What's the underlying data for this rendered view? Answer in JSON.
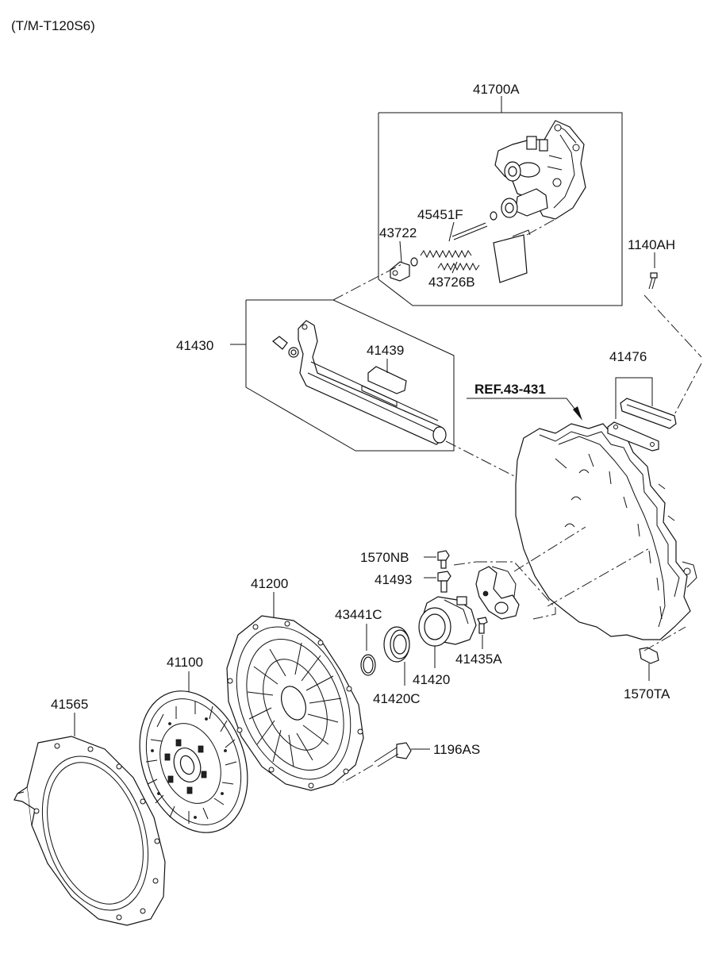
{
  "title": "(T/M-T120S6)",
  "callouts": {
    "p41700A": "41700A",
    "p45451F": "45451F",
    "p43722": "43722",
    "p43726B": "43726B",
    "p1140AH": "1140AH",
    "p41430": "41430",
    "p41439": "41439",
    "p41476": "41476",
    "ref": "REF.43-431",
    "p1570NB": "1570NB",
    "p41493": "41493",
    "p41200": "41200",
    "p43441C": "43441C",
    "p41100": "41100",
    "p41435A": "41435A",
    "p41420": "41420",
    "p41565": "41565",
    "p41420C": "41420C",
    "p1570TA": "1570TA",
    "p1196AS": "1196AS"
  }
}
